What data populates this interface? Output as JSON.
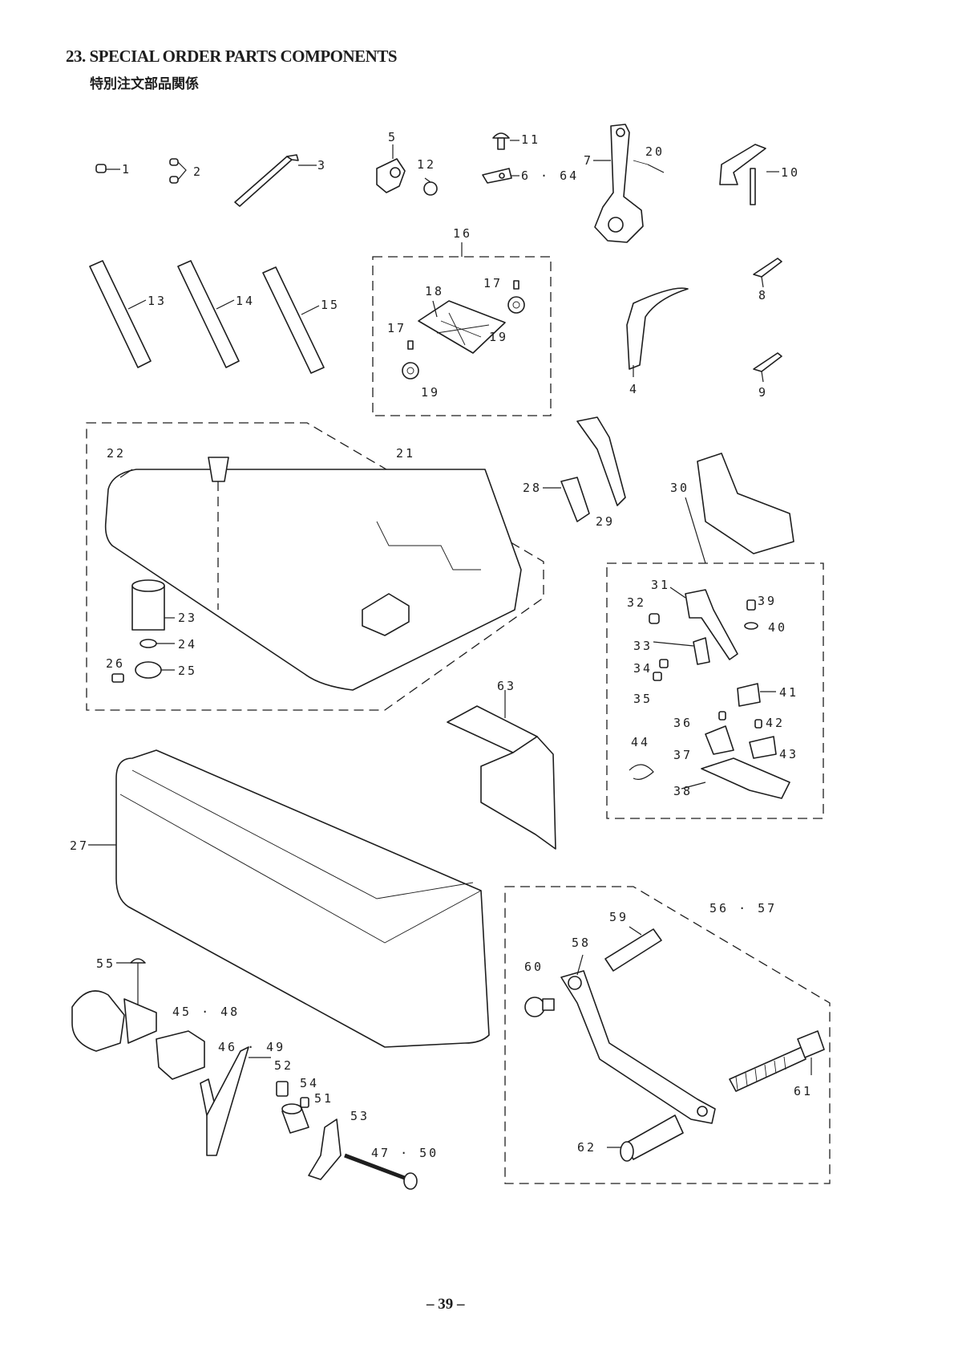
{
  "page": {
    "title": "23. SPECIAL ORDER PARTS COMPONENTS",
    "subtitle": "特別注文部品関係",
    "page_number": "– 39 –"
  },
  "callouts": {
    "c1": "1",
    "c2": "2",
    "c3": "3",
    "c4": "4",
    "c5": "5",
    "c6": "6 · 64",
    "c7": "7",
    "c8": "8",
    "c9": "9",
    "c10": "10",
    "c11": "11",
    "c12": "12",
    "c13": "13",
    "c14": "14",
    "c15": "15",
    "c16": "16",
    "c17a": "17",
    "c17b": "17",
    "c18": "18",
    "c19a": "19",
    "c19b": "19",
    "c20": "20",
    "c21": "21",
    "c22": "22",
    "c23": "23",
    "c24": "24",
    "c25": "25",
    "c26": "26",
    "c27": "27",
    "c28": "28",
    "c29": "29",
    "c30": "30",
    "c31": "31",
    "c32": "32",
    "c33": "33",
    "c34": "34",
    "c35": "35",
    "c36": "36",
    "c37": "37",
    "c38": "38",
    "c39": "39",
    "c40": "40",
    "c41": "41",
    "c42": "42",
    "c43": "43",
    "c44": "44",
    "c45": "45 · 48",
    "c46": "46 · 49",
    "c47": "47 · 50",
    "c51": "51",
    "c52": "52",
    "c53": "53",
    "c54": "54",
    "c55": "55",
    "c56": "56 · 57",
    "c58": "58",
    "c59": "59",
    "c60": "60",
    "c61": "61",
    "c62": "62",
    "c63": "63"
  }
}
